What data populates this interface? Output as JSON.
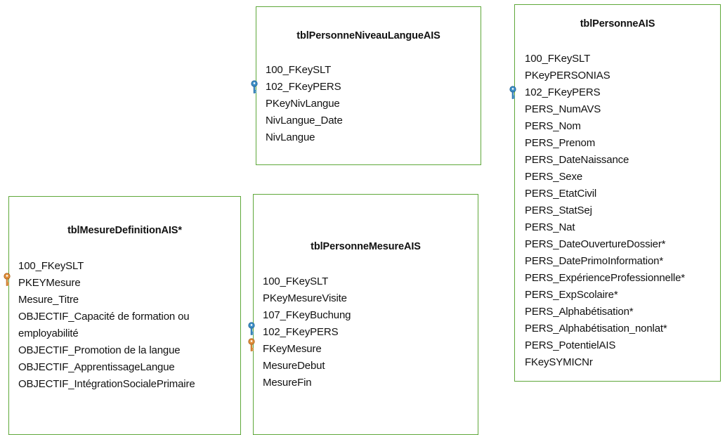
{
  "colors": {
    "border": "#5fa83a",
    "key_blue": "#3d8fc7",
    "key_orange": "#e0903c"
  },
  "tables": {
    "niveau_langue": {
      "title": "tblPersonneNiveauLangueAIS",
      "fields": [
        "100_FKeySLT",
        "102_FKeyPERS",
        "PKeyNivLangue",
        "NivLangue_Date",
        "NivLangue"
      ],
      "keys": [
        {
          "field": "102_FKeyPERS",
          "icon": "foreign-key-icon"
        }
      ]
    },
    "personne": {
      "title": "tblPersonneAIS",
      "fields": [
        "100_FKeySLT",
        "PKeyPERSONIAS",
        "102_FKeyPERS",
        "PERS_NumAVS",
        "PERS_Nom",
        "PERS_Prenom",
        "PERS_DateNaissance",
        "PERS_Sexe",
        "PERS_EtatCivil",
        "PERS_StatSej",
        "PERS_Nat",
        "PERS_DateOuvertureDossier*",
        "PERS_DatePrimoInformation*",
        "PERS_ExpérienceProfessionnelle*",
        "PERS_ExpScolaire*",
        "PERS_Alphabétisation*",
        "PERS_Alphabétisation_nonlat*",
        "PERS_PotentielAIS",
        "FKeySYMICNr"
      ],
      "keys": [
        {
          "field": "102_FKeyPERS",
          "icon": "foreign-key-icon"
        }
      ]
    },
    "mesure_definition": {
      "title": "tblMesureDefinitionAIS*",
      "fields": [
        "100_FKeySLT",
        "PKEYMesure",
        "Mesure_Titre",
        "OBJECTIF_Capacité de formation ou",
        "employabilité",
        "OBJECTIF_Promotion de la langue",
        "OBJECTIF_ApprentissageLangue",
        "OBJECTIF_IntégrationSocialePrimaire"
      ],
      "keys": [
        {
          "field": "PKEYMesure",
          "icon": "primary-key-icon"
        }
      ]
    },
    "personne_mesure": {
      "title": "tblPersonneMesureAIS",
      "fields": [
        "100_FKeySLT",
        "PKeyMesureVisite",
        "107_FKeyBuchung",
        "102_FKeyPERS",
        "FKeyMesure",
        "MesureDebut",
        "MesureFin"
      ],
      "keys": [
        {
          "field": "102_FKeyPERS",
          "icon": "foreign-key-icon"
        },
        {
          "field": "FKeyMesure",
          "icon": "primary-key-icon"
        }
      ]
    }
  }
}
